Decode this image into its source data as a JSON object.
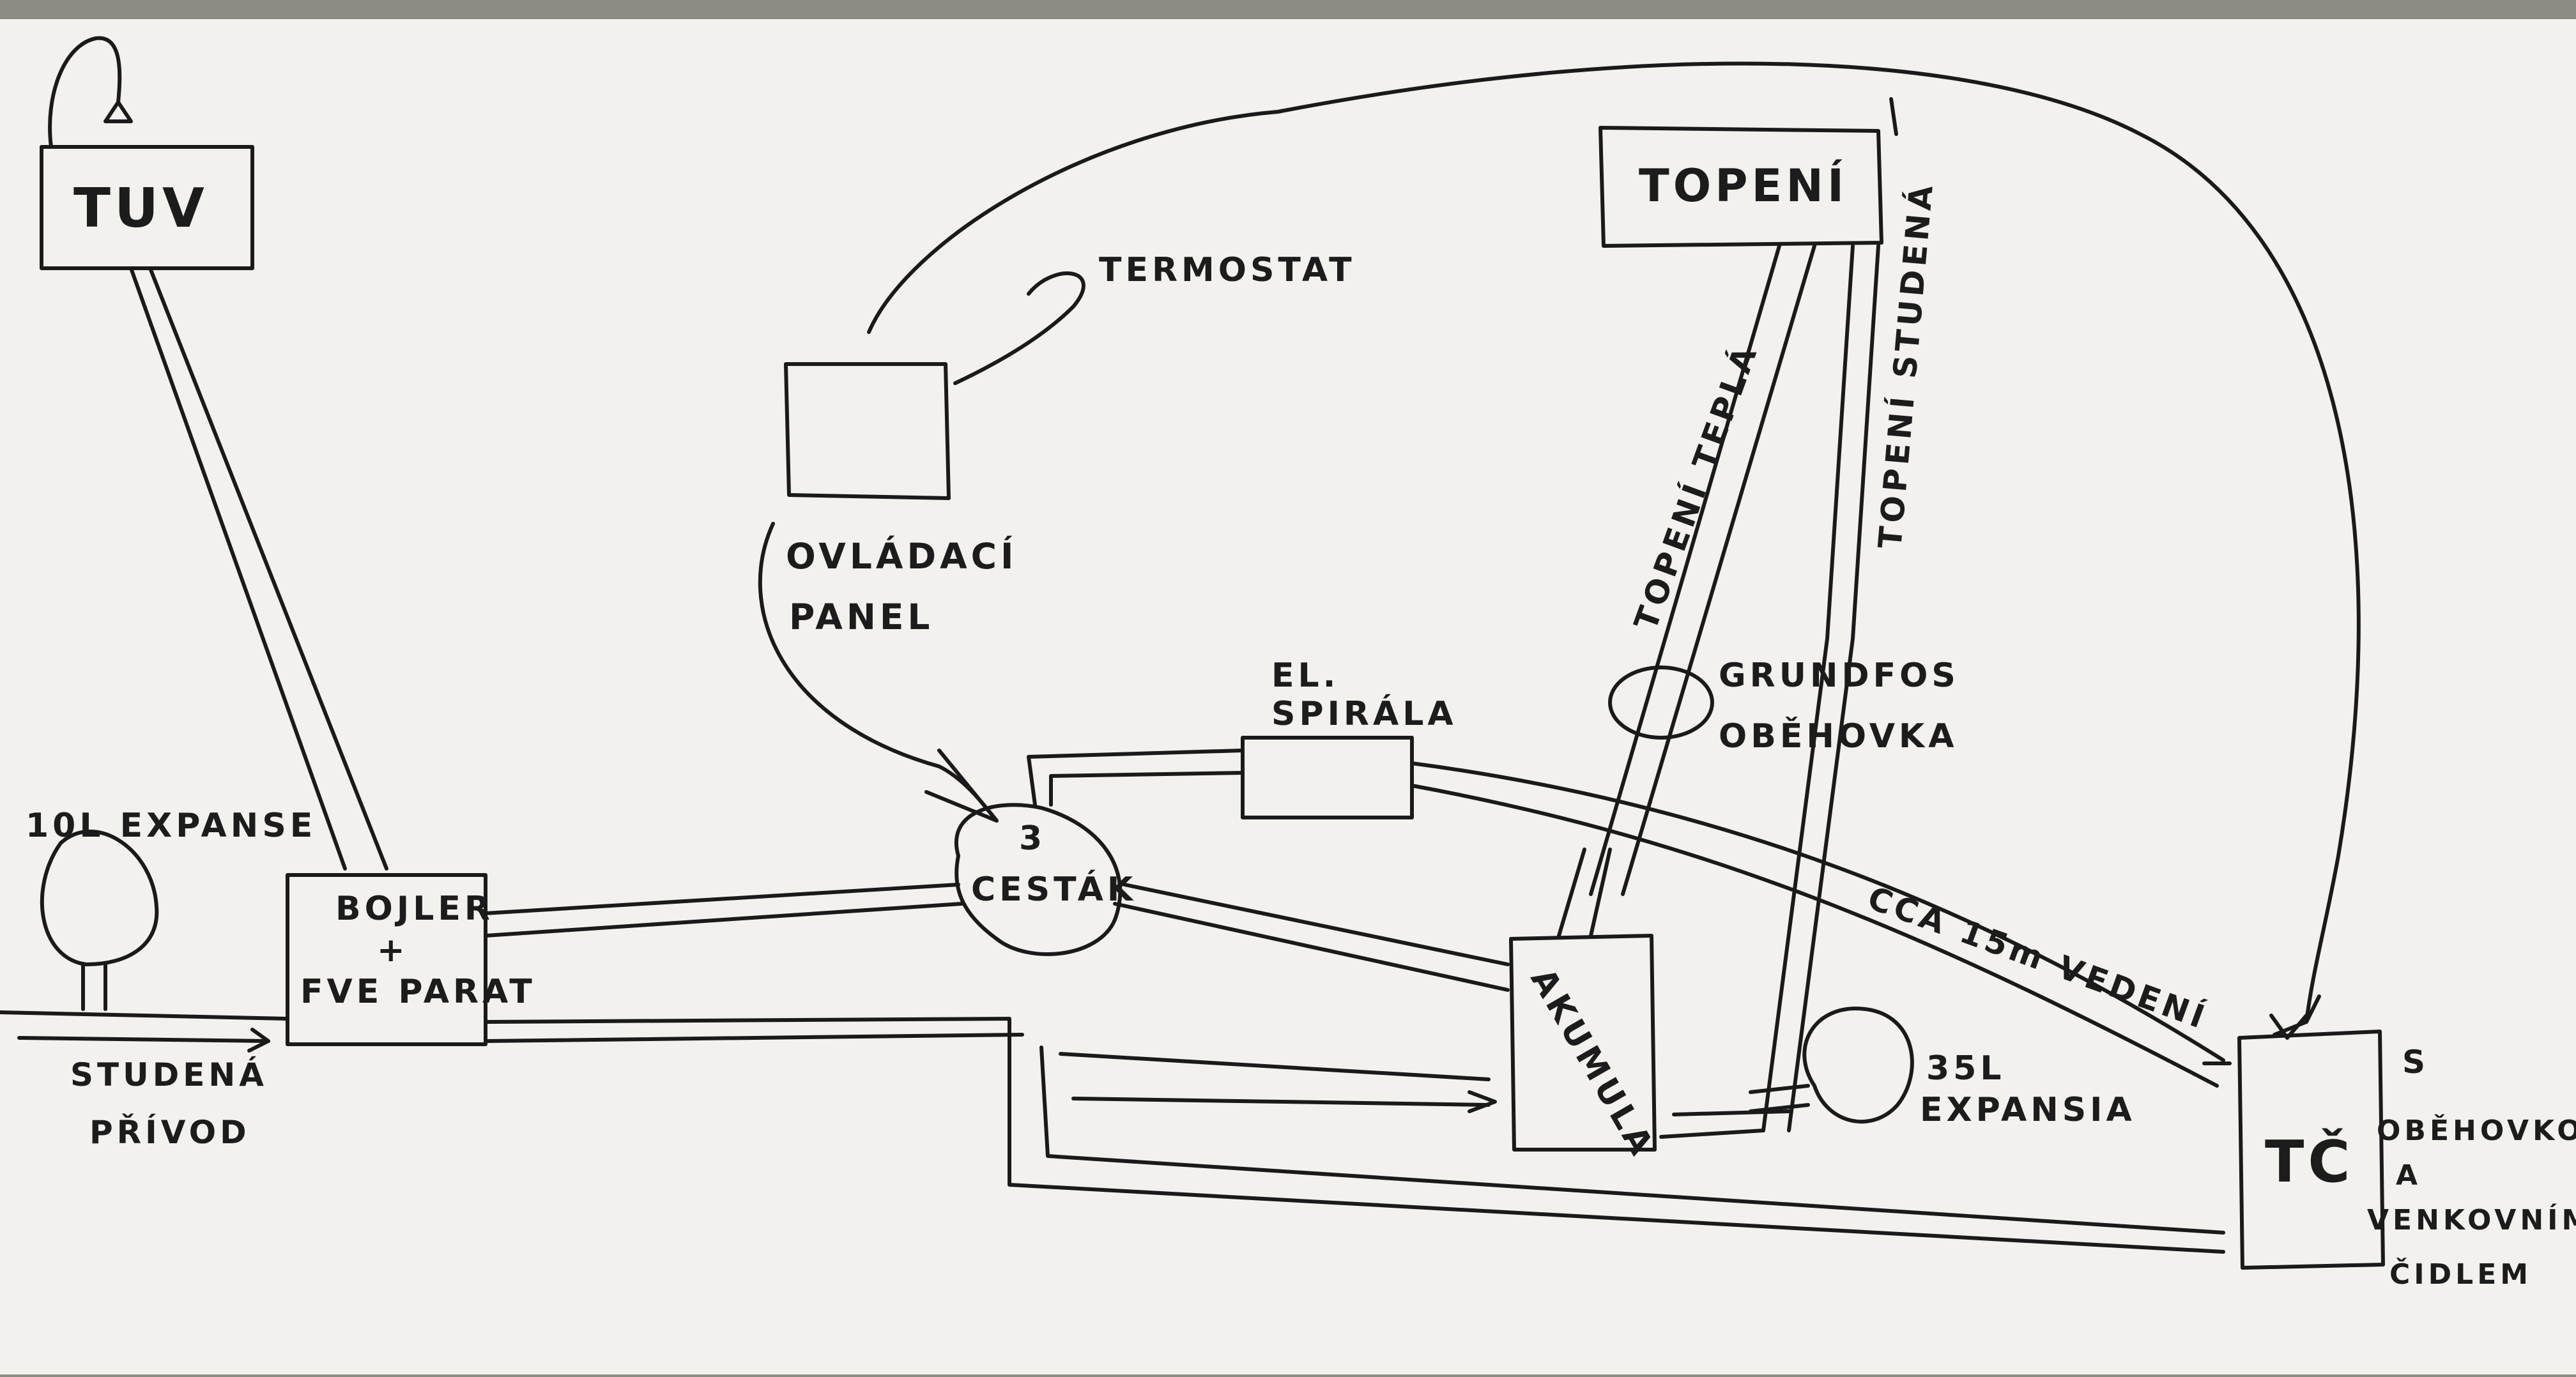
{
  "labels": {
    "tuv": "TUV",
    "topeni": "TOPENÍ",
    "termostat": "TERMOSTAT",
    "ovladaci_panel": "OVLÁDACÍ PANEL",
    "el_spirala": "EL. SPIRÁLA",
    "grundfos": "GRUNDFOS OBĚHOVKA",
    "topeni_tepla": "TOPENÍ TEPLÁ",
    "topeni_studena": "TOPENÍ STUDENÁ",
    "expanze_10l": "10L EXPANSE",
    "bojler": "BOJLER + FVE PARAT",
    "cestak": "3 CESTÁK",
    "studena_privod": "STUDENÁ PŘÍVOD",
    "akumulacka": "AKUMULA",
    "expanze_35l": "35L EXPANSIA",
    "cca_vedeni": "CCA 15m VEDENÍ",
    "tc": "TČ",
    "s_obehovkou": "S OBĚHOVKOU A VENKOVNÍM ČIDLEM"
  },
  "colors": {
    "paper": "#f2f1ee",
    "ink": "#1a1a1a",
    "background": "#8e8a84"
  }
}
